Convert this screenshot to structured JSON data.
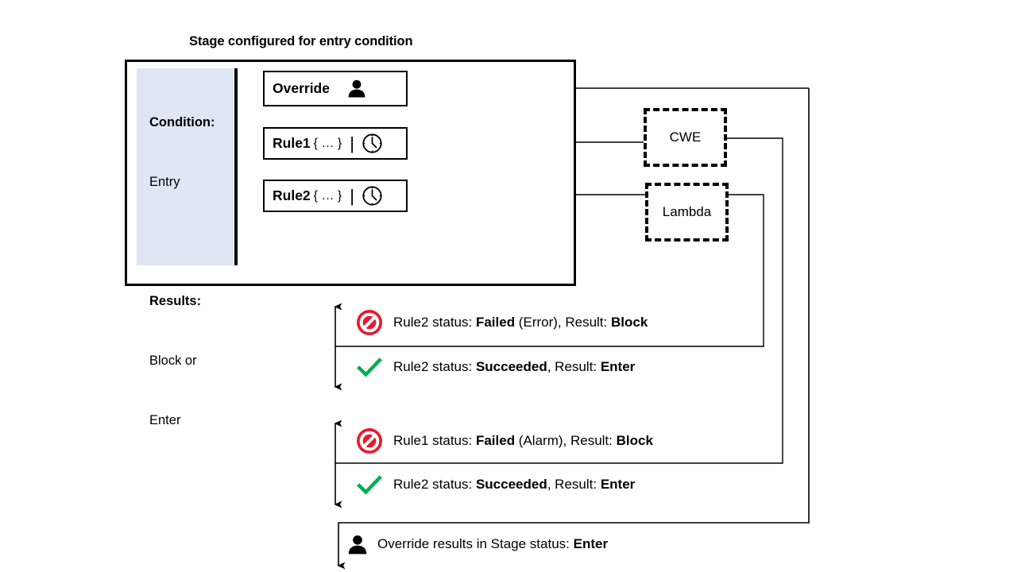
{
  "title": "Stage configured for entry condition",
  "colors": {
    "panel_fill": "#dfe6f4",
    "stroke": "#000000",
    "deny_red": "#e8192c",
    "check_green": "#00b050",
    "background": "#ffffff"
  },
  "condition_panel": {
    "condition_label": "Condition:",
    "condition_value": "Entry",
    "results_label": "Results:",
    "results_value_line1": "Block or",
    "results_value_line2": "Enter"
  },
  "nodes": [
    {
      "id": "override",
      "label": "Override",
      "suffix": "",
      "icon": "person-icon",
      "separator": false
    },
    {
      "id": "rule1",
      "label": "Rule1",
      "suffix": "{ … }",
      "icon": "clock-icon",
      "separator": true
    },
    {
      "id": "rule2",
      "label": "Rule2",
      "suffix": "{ … }",
      "icon": "clock-icon",
      "separator": true
    }
  ],
  "services": [
    {
      "id": "cwe",
      "label": "CWE"
    },
    {
      "id": "lambda",
      "label": "Lambda"
    }
  ],
  "outcomes": [
    {
      "id": "r2-failed",
      "icon": "no-entry-icon",
      "prefix": "Rule2 status: ",
      "status": "Failed",
      "middle": " (Error), Result: ",
      "result": "Block"
    },
    {
      "id": "r2-succeeded",
      "icon": "check-icon",
      "prefix": "Rule2 status: ",
      "status": "Succeeded",
      "middle": ", Result: ",
      "result": "Enter"
    },
    {
      "id": "r1-failed",
      "icon": "no-entry-icon",
      "prefix": "Rule1 status: ",
      "status": "Failed",
      "middle": " (Alarm), Result: ",
      "result": "Block"
    },
    {
      "id": "r2-succ2",
      "icon": "check-icon",
      "prefix": "Rule2 status: ",
      "status": "Succeeded",
      "middle": ", Result: ",
      "result": "Enter"
    },
    {
      "id": "override-res",
      "icon": "person-icon",
      "prefix": "Override results in Stage status: ",
      "status": "",
      "middle": "",
      "result": "Enter"
    }
  ]
}
